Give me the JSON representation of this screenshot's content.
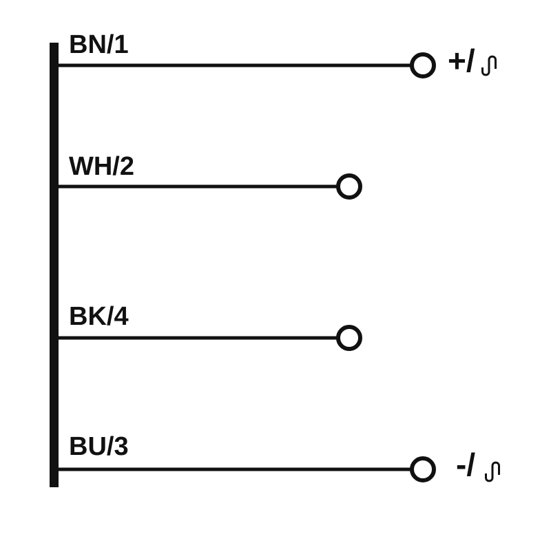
{
  "diagram": {
    "type": "sensor-wiring-connection-diagram",
    "colors": {
      "background": "#ffffff",
      "line": "#111111",
      "terminal_fill": "#ffffff"
    },
    "bus_bar": {
      "description": "vertical connection bar on left side"
    },
    "wires": [
      {
        "label": "BN/1",
        "terminal": "outer-right",
        "terminal_label": "+/",
        "has_pulse_symbol": true
      },
      {
        "label": "WH/2",
        "terminal": "inner-right",
        "terminal_label": "",
        "has_pulse_symbol": false
      },
      {
        "label": "BK/4",
        "terminal": "inner-right",
        "terminal_label": "",
        "has_pulse_symbol": false
      },
      {
        "label": "BU/3",
        "terminal": "outer-right",
        "terminal_label": "-/",
        "has_pulse_symbol": true
      }
    ],
    "icons": {
      "pulse_symbol": "pulse-waveform"
    }
  }
}
